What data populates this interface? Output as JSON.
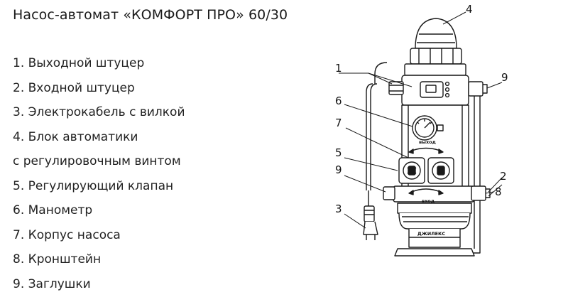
{
  "title": "Насос-автомат «КОМФОРТ ПРО» 60/30",
  "legend": [
    "1. Выходной штуцер",
    "2. Входной штуцер",
    "3. Электрокабель с вилкой",
    "4. Блок автоматики",
    "с регулировочным винтом",
    "5. Регулирующий клапан",
    "6. Манометр",
    "7. Корпус насоса",
    "8. Кронштейн",
    "9. Заглушки"
  ],
  "diagram": {
    "callouts": [
      "1",
      "2",
      "3",
      "4",
      "5",
      "6",
      "7",
      "8",
      "9",
      "9"
    ],
    "labels": {
      "outlet": "выход",
      "inlet": "вход",
      "brand": "ДЖИЛЕКС"
    }
  }
}
